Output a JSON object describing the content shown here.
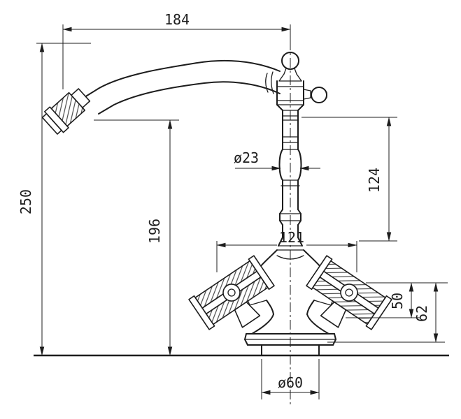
{
  "page": {
    "background": "#ffffff",
    "ink": "#1d1d1d",
    "description": "Technical dimension drawing of a classic two-handle basin faucet"
  },
  "dims": {
    "spout_reach": "184",
    "overall_height": "250",
    "outlet_height": "196",
    "column_diameter": "ø23",
    "upper_height": "124",
    "handle_span": "121",
    "handle_height": "50",
    "base_height": "62",
    "base_diameter": "ø60"
  }
}
